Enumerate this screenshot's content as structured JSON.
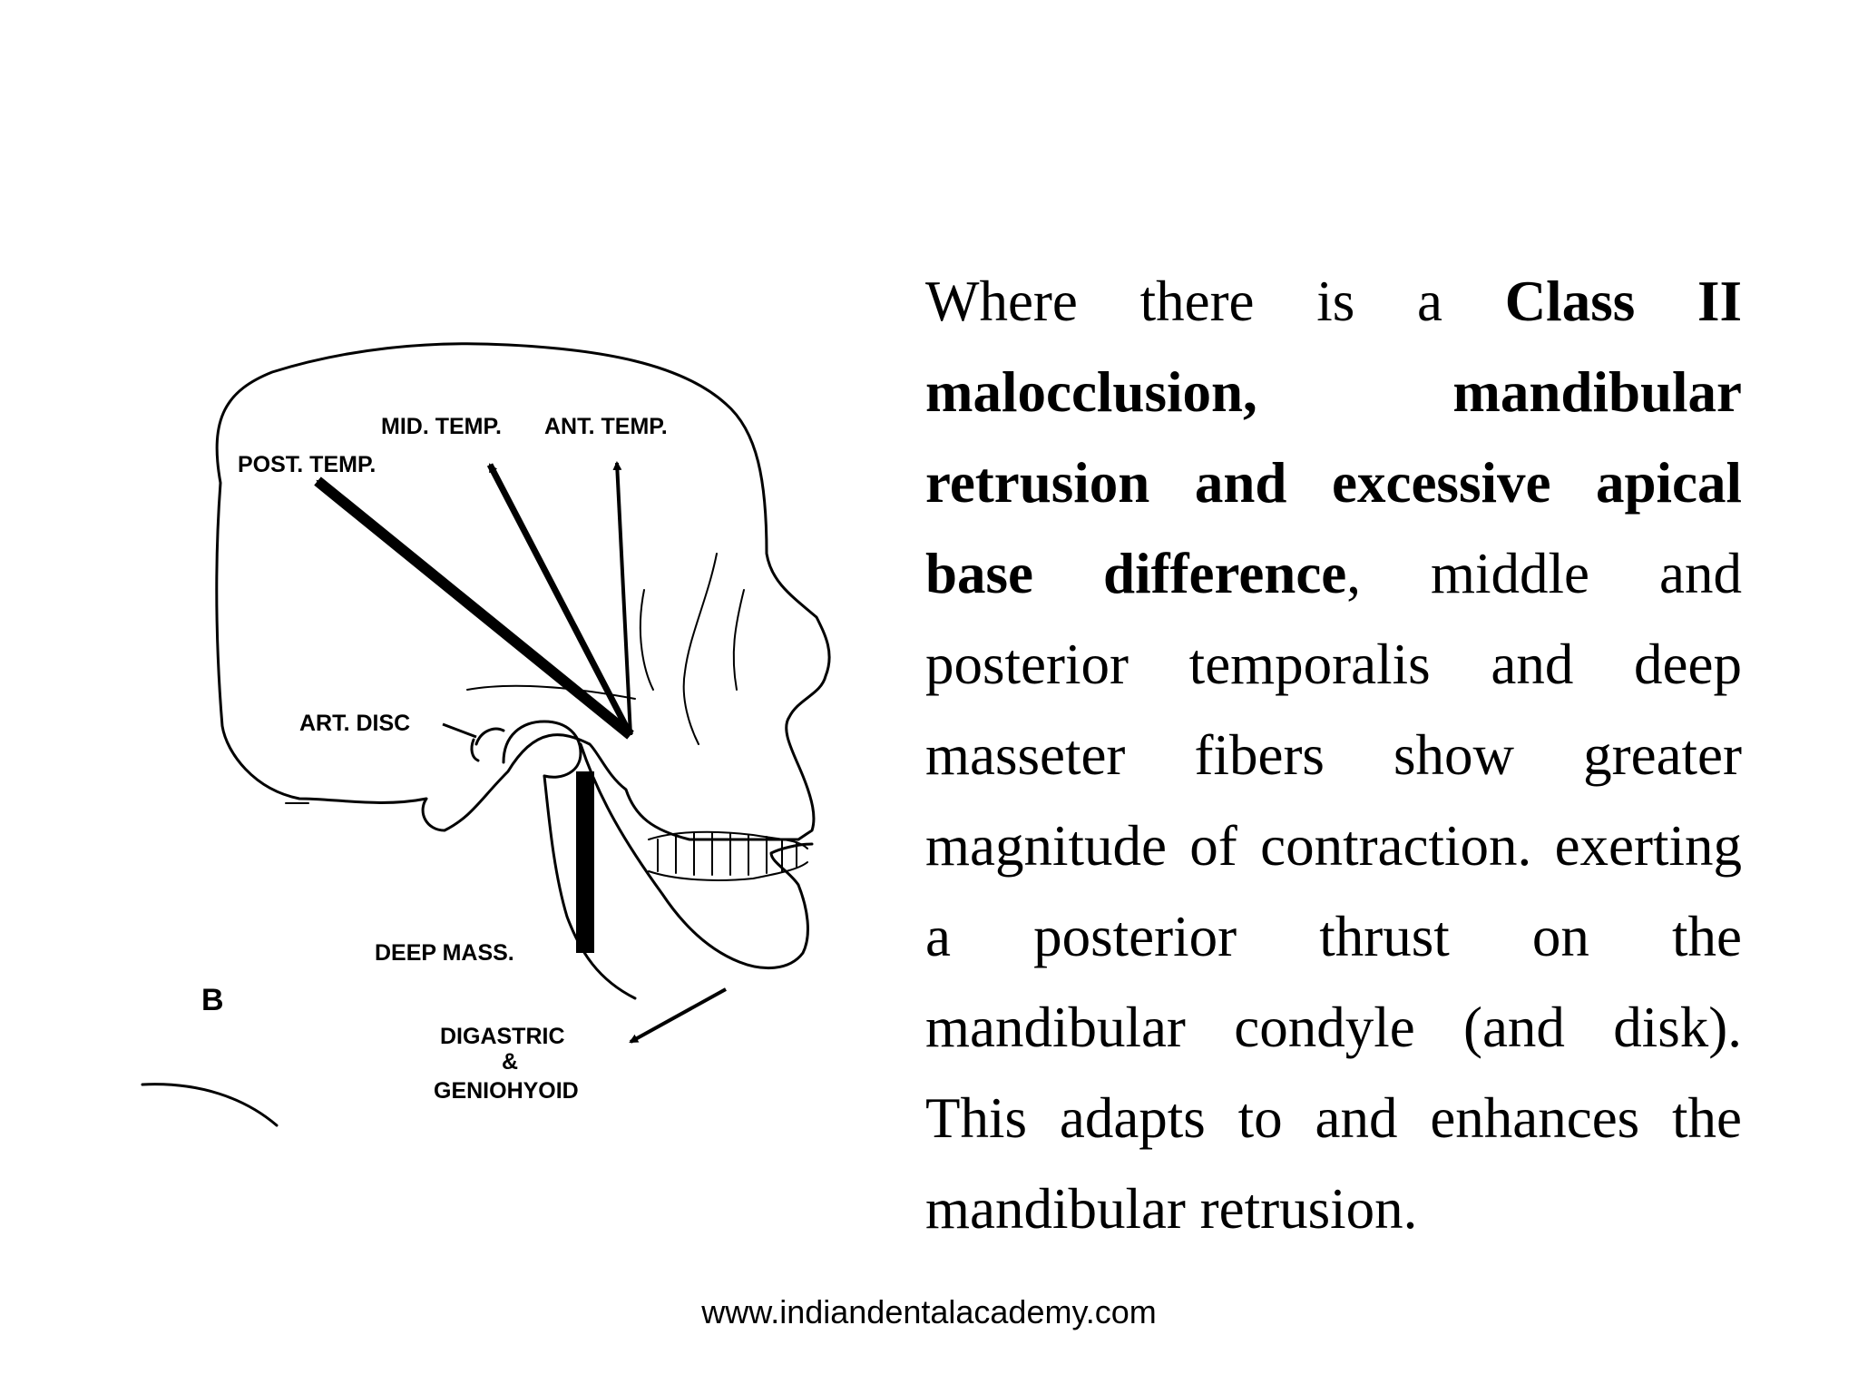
{
  "diagram": {
    "labels": {
      "post_temp": "POST. TEMP.",
      "mid_temp": "MID. TEMP.",
      "ant_temp": "ANT. TEMP.",
      "art_disc": "ART. DISC",
      "deep_mass": "DEEP MASS.",
      "digastric": "DIGASTRIC",
      "ampersand": "&",
      "geniohyoid": "GENIOHYOID",
      "panel_letter": "B"
    }
  },
  "body_text": {
    "part1": "Where there is a ",
    "bold": "Class II malocclusion, mandibular retrusion and excessive apical base difference",
    "part2": ", middle and posterior temporalis and deep masseter fibers show greater magnitude of contraction. exerting a posterior thrust on the mandibular condyle (and disk). This adapts to and enhances the mandibular retrusion."
  },
  "footer": {
    "url": "www.indiandentalacademy.com"
  }
}
